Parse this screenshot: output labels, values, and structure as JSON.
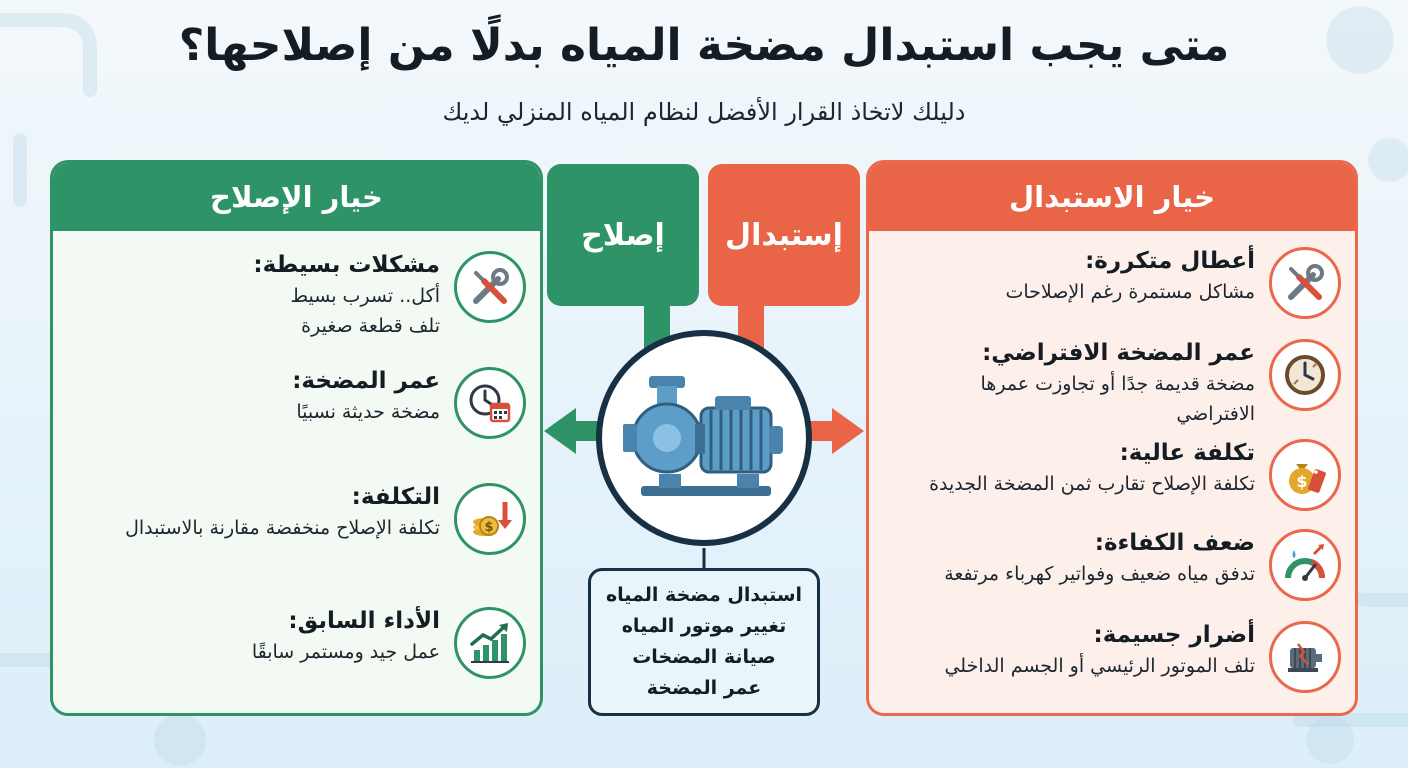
{
  "title": "متى يجب استبدال مضخة المياه بدلًا من إصلاحها؟",
  "subtitle": "دليلك لاتخاذ القرار الأفضل لنظام المياه المنزلي لديك",
  "repair_panel": {
    "header": "خيار الإصلاح",
    "tab_label": "إصلاح",
    "color": "#2e9468",
    "items": [
      {
        "title": "مشكلات بسيطة:",
        "desc_lines": [
          "أكل.. تسرب بسيط",
          "تلف قطعة صغيرة"
        ],
        "icon": "tools-icon"
      },
      {
        "title": "عمر المضخة:",
        "desc_lines": [
          "مضخة حديثة نسبيًا"
        ],
        "icon": "clock-calendar-icon"
      },
      {
        "title": "التكلفة:",
        "desc_lines": [
          "تكلفة الإصلاح منخفضة مقارنة بالاستبدال"
        ],
        "icon": "coins-down-icon"
      },
      {
        "title": "الأداء السابق:",
        "desc_lines": [
          "عمل جيد ومستمر سابقًا"
        ],
        "icon": "growth-chart-icon"
      }
    ]
  },
  "replace_panel": {
    "header": "خيار الاستبدال",
    "tab_label": "إستبدال",
    "color": "#ea6448",
    "items": [
      {
        "title": "أعطال متكررة:",
        "desc_lines": [
          "مشاكل مستمرة رغم الإصلاحات"
        ],
        "icon": "tools-icon"
      },
      {
        "title": "عمر المضخة الافتراضي:",
        "desc_lines": [
          "مضخة قديمة جدًا أو تجاوزت عمرها",
          "الافتراضي"
        ],
        "icon": "old-clock-icon"
      },
      {
        "title": "تكلفة عالية:",
        "desc_lines": [
          "تكلفة الإصلاح تقارب ثمن المضخة الجديدة"
        ],
        "icon": "money-bag-icon"
      },
      {
        "title": "ضعف الكفاءة:",
        "desc_lines": [
          "تدفق مياه ضعيف وفواتير كهرباء مرتفعة"
        ],
        "icon": "gauge-icon"
      },
      {
        "title": "أضرار جسيمة:",
        "desc_lines": [
          "تلف الموتور الرئيسي أو الجسم الداخلي"
        ],
        "icon": "broken-motor-icon"
      }
    ]
  },
  "summary": {
    "lines": [
      "استبدال مضخة المياه",
      "تغيير موتور المياه",
      "صيانة المضخات",
      "عمر المضخة"
    ]
  },
  "colors": {
    "green": "#2e9468",
    "orange": "#ea6448",
    "navy": "#173043",
    "pump_blue": "#5d9ec9"
  }
}
